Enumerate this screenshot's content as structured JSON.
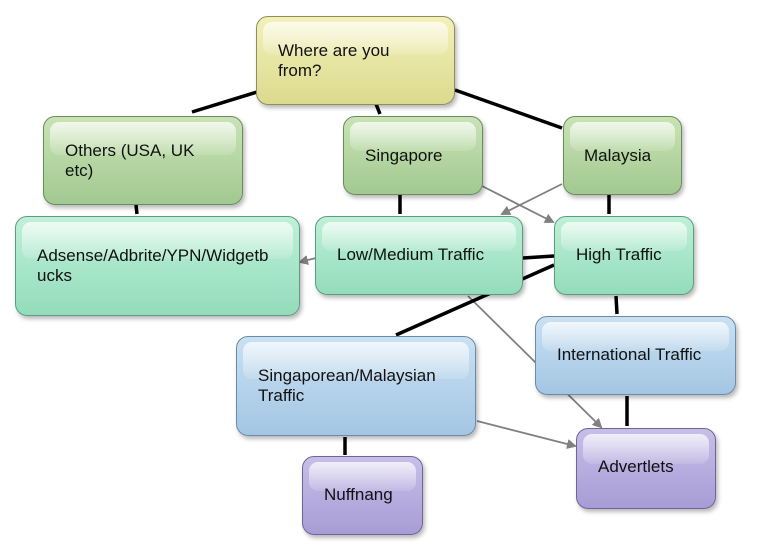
{
  "diagram": {
    "nodes": {
      "where_from": {
        "label": "Where are you from?",
        "color": "#e6e4a3"
      },
      "others": {
        "label": "Others (USA, UK etc)",
        "color": "#b3d4a1"
      },
      "singapore": {
        "label": "Singapore",
        "color": "#b3d4a1"
      },
      "malaysia": {
        "label": "Malaysia",
        "color": "#b3d4a1"
      },
      "adsense": {
        "label": "Adsense/Adbrite/YPN/Widgetbucks",
        "color": "#a8e6c8"
      },
      "low_medium": {
        "label": "Low/Medium Traffic",
        "color": "#a8e6c8"
      },
      "high": {
        "label": "High Traffic",
        "color": "#a8e6c8"
      },
      "international": {
        "label": "International Traffic",
        "color": "#b5d4ec"
      },
      "sg_my": {
        "label": "Singaporean/Malaysian Traffic",
        "color": "#b5d4ec"
      },
      "nuffnang": {
        "label": "Nuffnang",
        "color": "#b6ade0"
      },
      "advertlets": {
        "label": "Advertlets",
        "color": "#b6ade0"
      }
    },
    "edges": [
      {
        "from": "where_from",
        "to": "others",
        "kind": "line"
      },
      {
        "from": "where_from",
        "to": "singapore",
        "kind": "line"
      },
      {
        "from": "where_from",
        "to": "malaysia",
        "kind": "line"
      },
      {
        "from": "others",
        "to": "adsense",
        "kind": "line"
      },
      {
        "from": "singapore",
        "to": "low_medium",
        "kind": "line"
      },
      {
        "from": "singapore",
        "to": "high",
        "kind": "arrow"
      },
      {
        "from": "malaysia",
        "to": "low_medium",
        "kind": "arrow"
      },
      {
        "from": "malaysia",
        "to": "high",
        "kind": "line"
      },
      {
        "from": "low_medium",
        "to": "adsense",
        "kind": "arrow"
      },
      {
        "from": "low_medium",
        "to": "advertlets",
        "kind": "arrow"
      },
      {
        "from": "high",
        "to": "low_medium",
        "kind": "line"
      },
      {
        "from": "high",
        "to": "international",
        "kind": "line"
      },
      {
        "from": "high",
        "to": "sg_my",
        "kind": "line"
      },
      {
        "from": "international",
        "to": "advertlets",
        "kind": "line"
      },
      {
        "from": "sg_my",
        "to": "nuffnang",
        "kind": "line"
      },
      {
        "from": "sg_my",
        "to": "advertlets",
        "kind": "arrow"
      }
    ],
    "line_color": "#000000",
    "arrow_color": "#808080"
  }
}
